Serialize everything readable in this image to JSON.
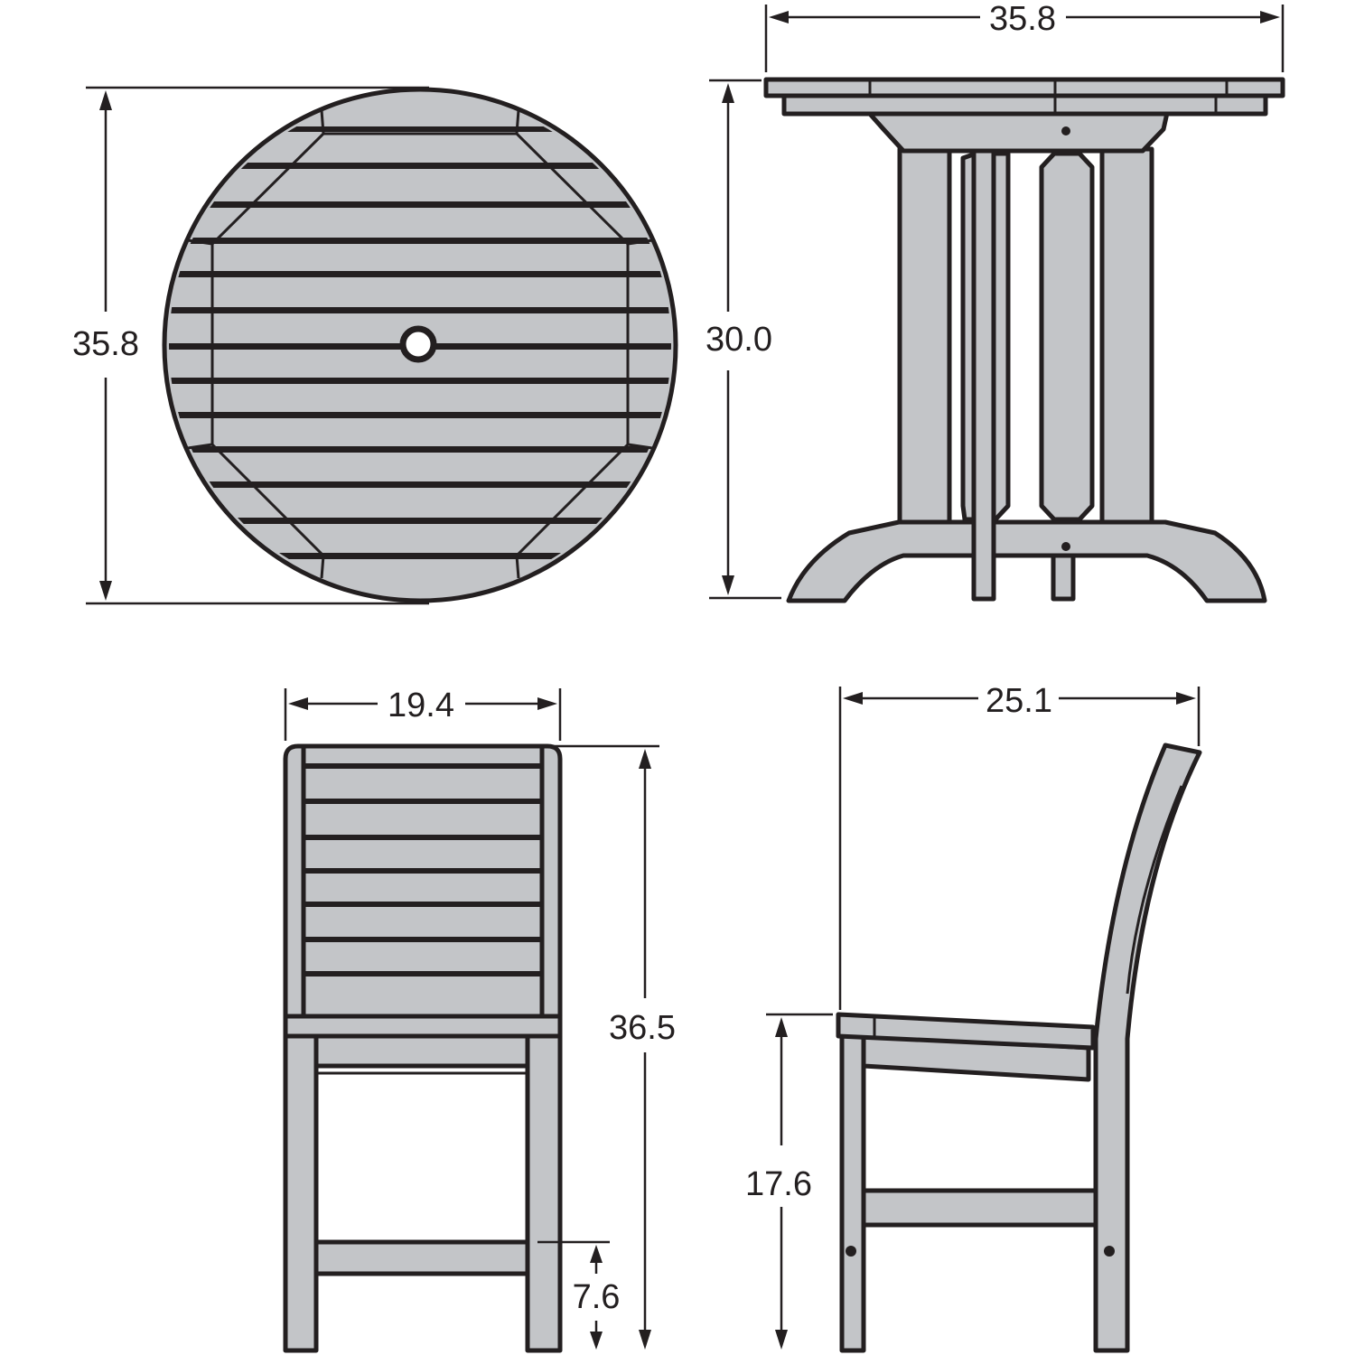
{
  "dimensions": {
    "table_top_width": "35.8",
    "table_top_depth": "35.8",
    "table_height": "30.0",
    "chair_width": "19.4",
    "chair_depth": "25.1",
    "chair_height": "36.5",
    "seat_height": "17.6",
    "stretcher_height": "7.6"
  },
  "colors": {
    "fill": "#c3c5c8",
    "outline": "#231f20",
    "background": "#ffffff"
  }
}
